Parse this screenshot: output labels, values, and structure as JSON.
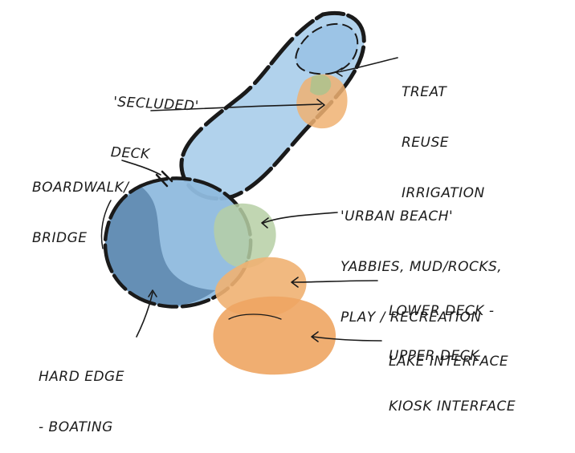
{
  "labels": {
    "secluded_deck": [
      "'SECLUDED'",
      "DECK"
    ],
    "treat_reuse": [
      "TREAT",
      "REUSE",
      "IRRIGATION"
    ],
    "boardwalk": [
      "BOARDWALK/",
      "BRIDGE"
    ],
    "urban_beach": [
      "'URBAN BEACH'",
      "YABBIES, MUD/ROCKS,",
      "PLAY / RECREATION"
    ],
    "lower_deck": [
      "LOWER DECK -",
      "LAKE INTERFACE"
    ],
    "upper_deck": [
      "UPPER DECK",
      "KIOSK INTERFACE"
    ],
    "hard_edge": [
      "HARD EDGE",
      "- BOATING"
    ]
  },
  "colors": {
    "water_light": "#a9cdea",
    "water_mid": "#86b4da",
    "water_dark": "#5d87ad",
    "beach_green": "#b6cfa4",
    "deck_orange": "#f0b172",
    "ink": "#1a1a1a"
  }
}
